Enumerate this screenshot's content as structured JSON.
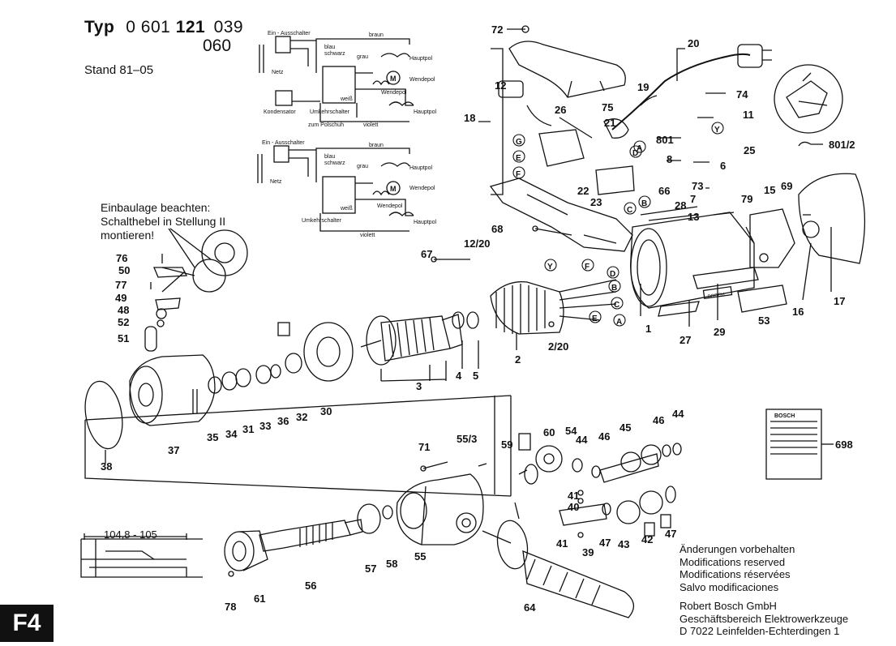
{
  "header": {
    "typ_label": "Typ",
    "typ_number_a": "0 601",
    "typ_number_b": "121",
    "typ_number_c": "039",
    "variant": "060",
    "stand": "Stand  81–05"
  },
  "note": [
    "Einbaulage beachten:",
    "Schalthebel in Stellung II",
    "montieren!"
  ],
  "dimension": "104,8 - 105",
  "booklet_brand": "BOSCH",
  "booklet_part": "698",
  "wiring": {
    "switch": "Ein - Ausschalter",
    "netz": "Netz",
    "kondensator": "Kondensator",
    "umkehrschalter": "Umkehrschalter",
    "polschuh": "zum Polschuh",
    "braun": "braun",
    "blau": "blau",
    "schwarz": "schwarz",
    "grau": "grau",
    "weiss": "weiß",
    "violett": "violett",
    "hauptpol": "Hauptpol",
    "wendepol": "Wendepol"
  },
  "footer": [
    "Änderungen vorbehalten",
    "Modifications reserved",
    "Modifications réservées",
    "Salvo modificaciones",
    "",
    "Robert Bosch GmbH",
    "Geschäftsbereich Elektrowerkzeuge",
    "D 7022 Leinfelden-Echterdingen 1"
  ],
  "page_code": "F4",
  "callouts": [
    "72",
    "20",
    "19",
    "74",
    "75",
    "21",
    "11",
    "12",
    "26",
    "18",
    "G",
    "E",
    "F",
    "801",
    "Y",
    "25",
    "8",
    "6",
    "22",
    "66",
    "23",
    "B",
    "C",
    "D",
    "A",
    "73",
    "7",
    "79",
    "15",
    "69",
    "801/2",
    "68",
    "28",
    "13",
    "17",
    "67",
    "12/20",
    "Y",
    "F",
    "D",
    "B",
    "C",
    "E",
    "A",
    "1",
    "2",
    "2/20",
    "16",
    "29",
    "27",
    "53",
    "76",
    "50",
    "77",
    "49",
    "48",
    "52",
    "51",
    "3",
    "4",
    "5",
    "30",
    "32",
    "36",
    "33",
    "31",
    "34",
    "35",
    "37",
    "38",
    "71",
    "55/3",
    "59",
    "60",
    "54",
    "44",
    "46",
    "45",
    "46",
    "44",
    "698",
    "41",
    "40",
    "41",
    "39",
    "47",
    "43",
    "42",
    "47",
    "55",
    "56",
    "57",
    "58",
    "61",
    "78",
    "64"
  ]
}
